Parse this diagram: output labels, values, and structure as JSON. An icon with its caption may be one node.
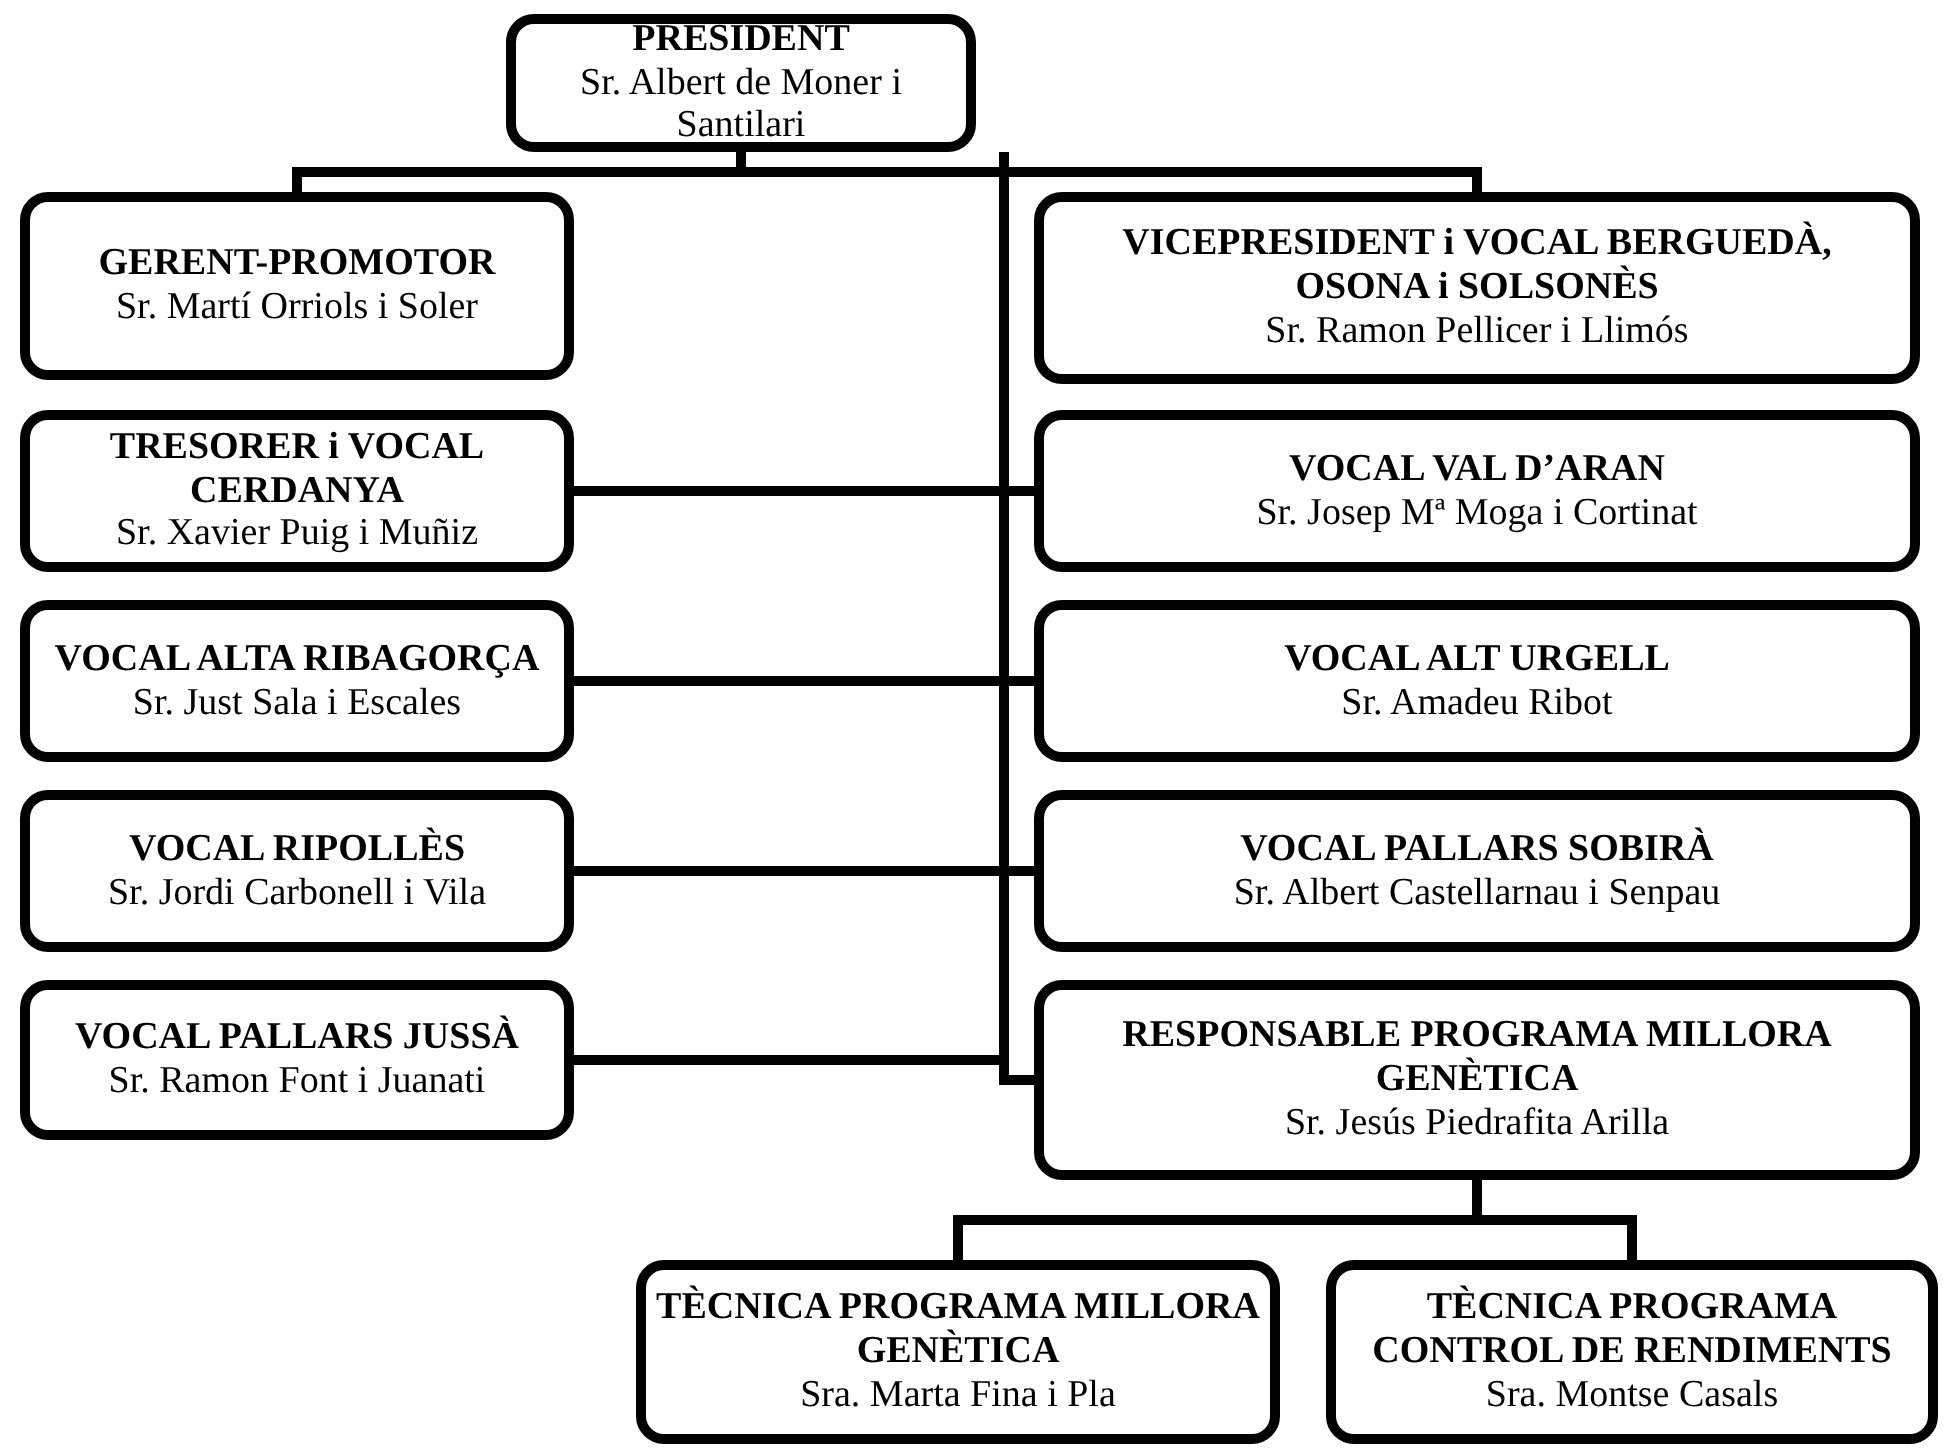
{
  "diagram": {
    "nodes": [
      {
        "text": [
          "PRESIDENT",
          "Sr. Albert de Moner i Santilari"
        ]
      },
      {
        "text": [
          "GERENT-PROMOTOR",
          "Sr. Martí Orriols i Soler"
        ]
      },
      {
        "text": [
          "VICEPRESIDENT i VOCAL BERGUEDÀ, OSONA i SOLSONÈS",
          "Sr. Ramon Pellicer i Llimós"
        ]
      },
      {
        "text": [
          "TRESORER i VOCAL CERDANYA",
          "Sr. Xavier Puig i Muñiz"
        ]
      },
      {
        "text": [
          "VOCAL VAL D’ARAN",
          "Sr. Josep Mª Moga i Cortinat"
        ]
      },
      {
        "text": [
          "VOCAL ALTA RIBAGORÇA",
          "Sr. Just Sala i Escales"
        ]
      },
      {
        "text": [
          "VOCAL ALT URGELL",
          "Sr. Amadeu Ribot"
        ]
      },
      {
        "text": [
          "VOCAL RIPOLLÈS",
          "Sr. Jordi Carbonell i Vila"
        ]
      },
      {
        "text": [
          "VOCAL PALLARS SOBIRÀ",
          "Sr. Albert Castellarnau i Senpau"
        ]
      },
      {
        "text": [
          "VOCAL PALLARS JUSSÀ",
          "Sr. Ramon Font i Juanati"
        ]
      },
      {
        "text": [
          "RESPONSABLE PROGRAMA MILLORA GENÈTICA",
          "Sr. Jesús Piedrafita Arilla"
        ]
      },
      {
        "text": [
          "TÈCNICA PROGRAMA MILLORA GENÈTICA",
          "Sra. Marta Fina i Pla"
        ]
      },
      {
        "text": [
          "TÈCNICA PROGRAMA CONTROL DE RENDIMENTS",
          "Sra. Montse Casals"
        ]
      }
    ],
    "edges": [
      {
        "from": 0,
        "to": 1,
        "arrow": "none"
      },
      {
        "from": 0,
        "to": 2,
        "arrow": "none"
      },
      {
        "from": 0,
        "to": 3,
        "arrow": "none"
      },
      {
        "from": 0,
        "to": 4,
        "arrow": "none"
      },
      {
        "from": 0,
        "to": 5,
        "arrow": "none"
      },
      {
        "from": 0,
        "to": 6,
        "arrow": "none"
      },
      {
        "from": 0,
        "to": 7,
        "arrow": "none"
      },
      {
        "from": 0,
        "to": 8,
        "arrow": "none"
      },
      {
        "from": 0,
        "to": 9,
        "arrow": "none"
      },
      {
        "from": 0,
        "to": 10,
        "arrow": "none"
      },
      {
        "from": 10,
        "to": 11,
        "arrow": "none"
      },
      {
        "from": 10,
        "to": 12,
        "arrow": "none"
      }
    ]
  }
}
